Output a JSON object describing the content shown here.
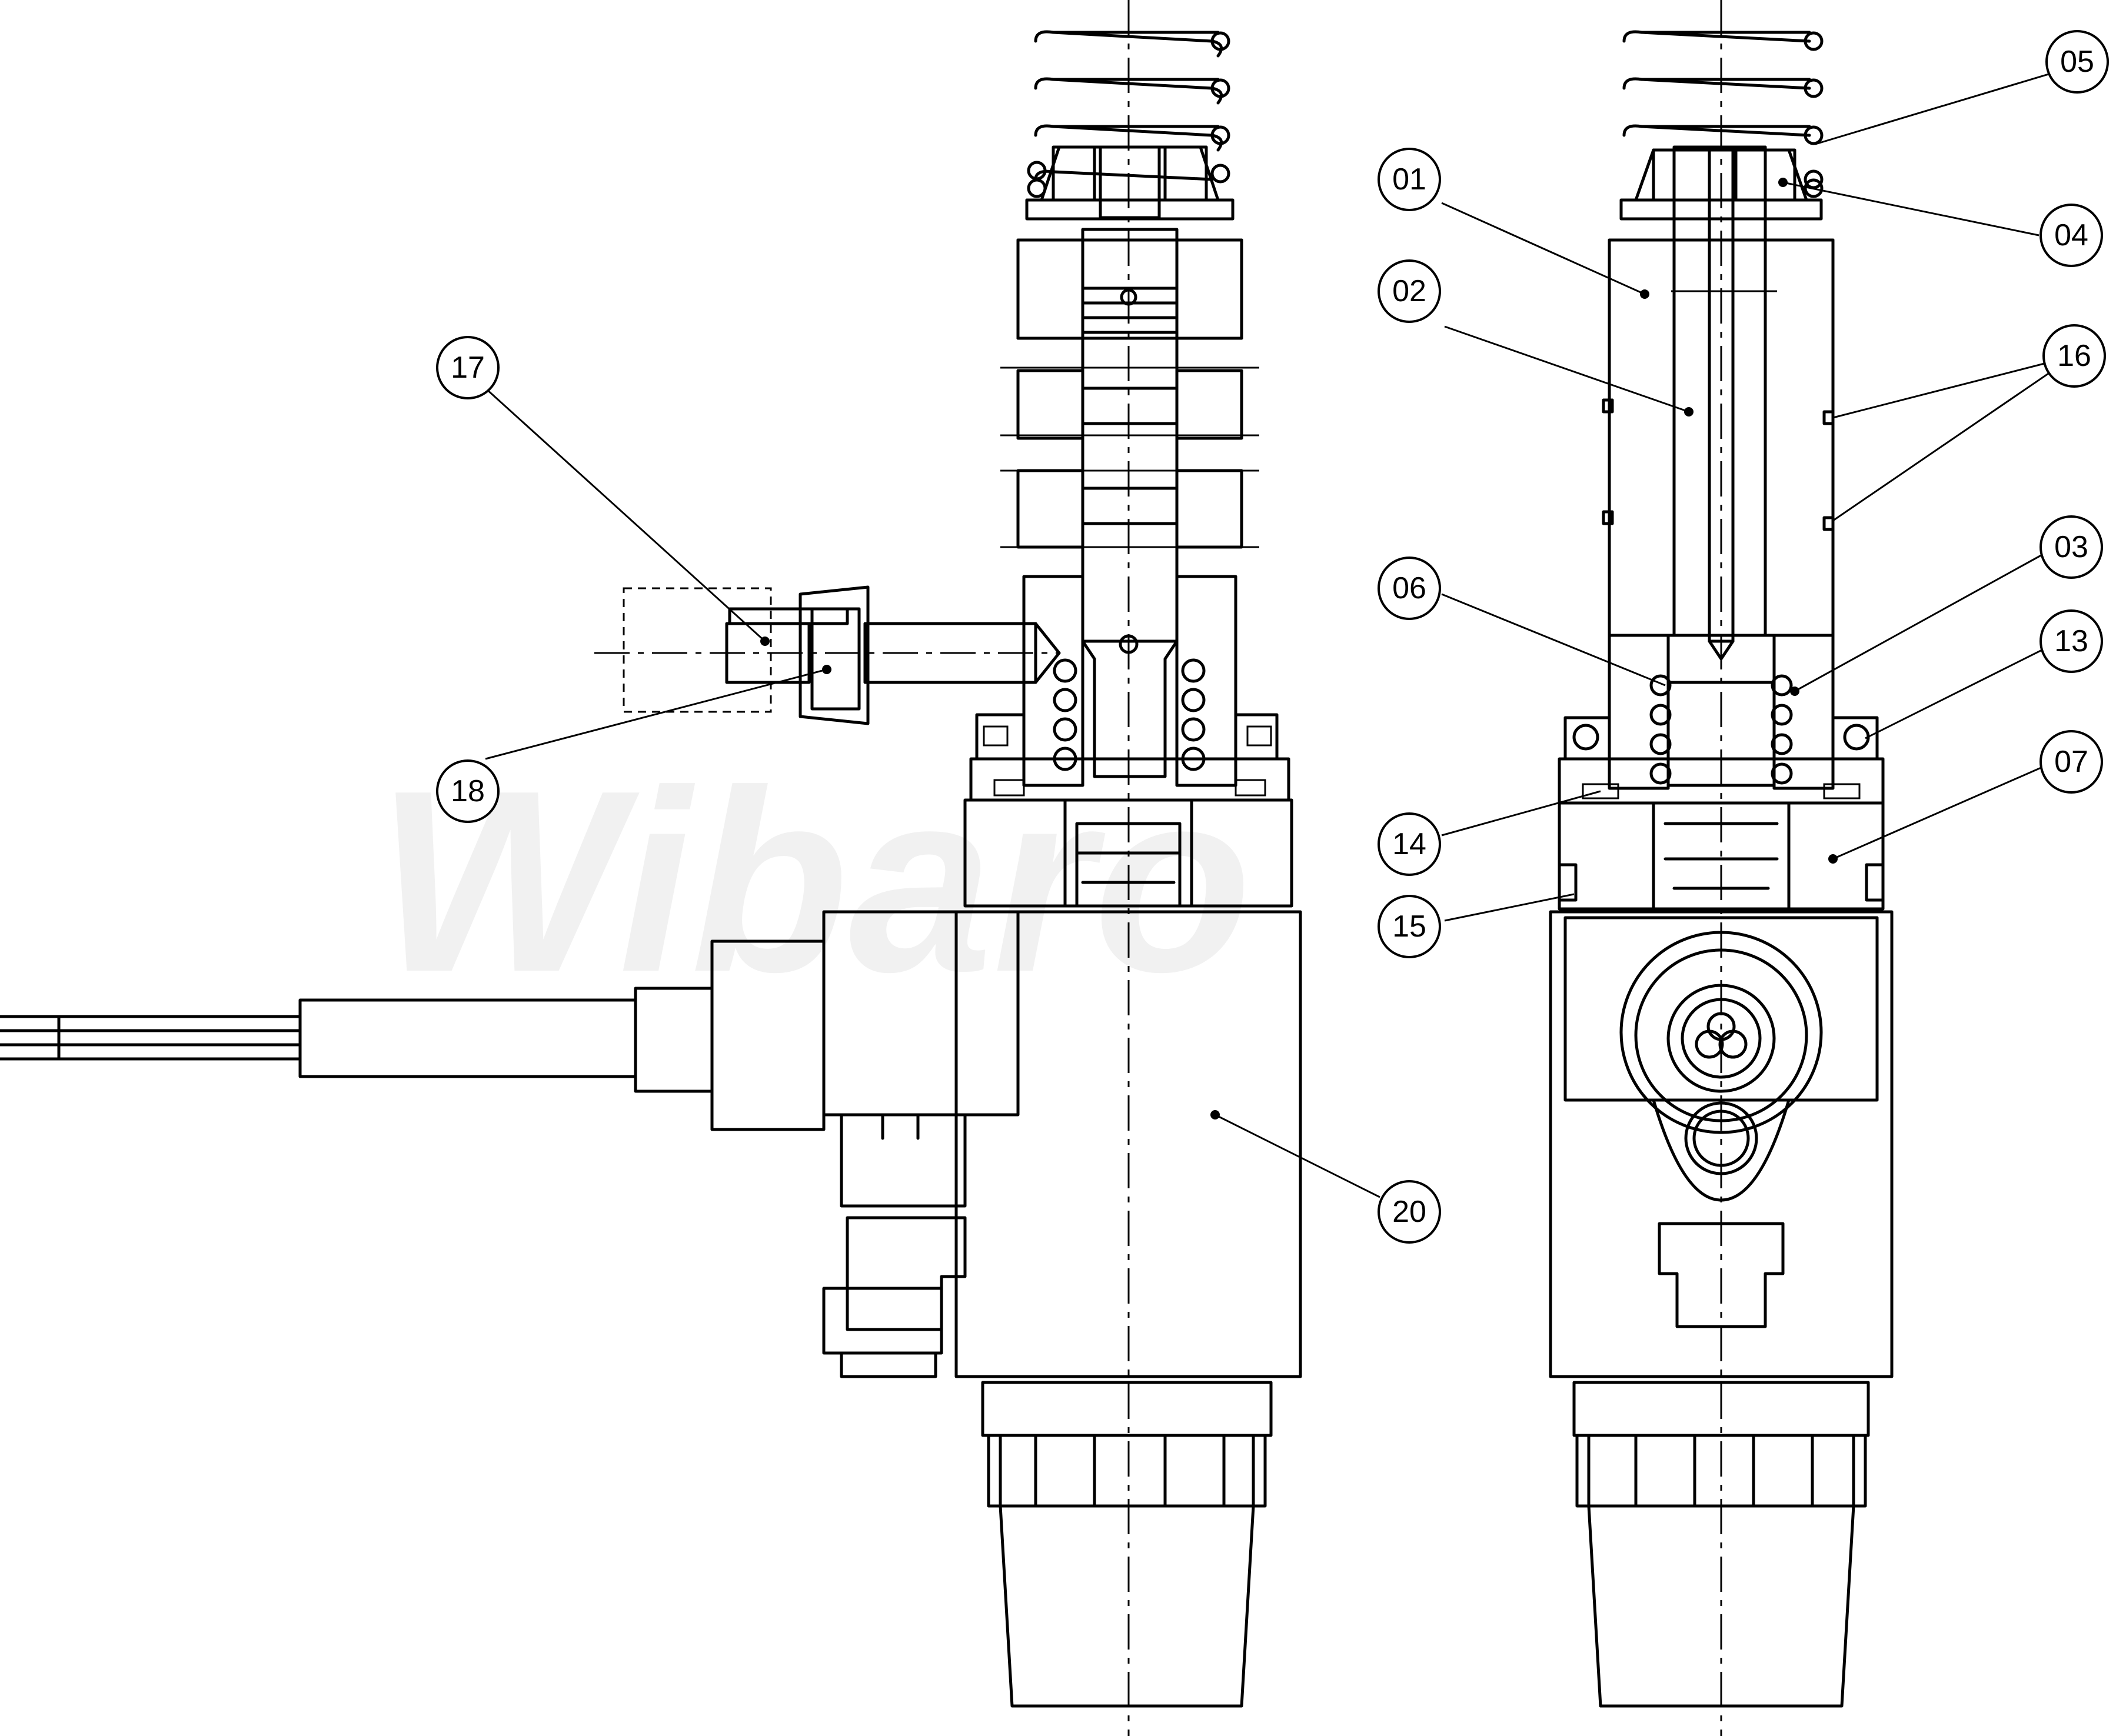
{
  "watermark": "Wibaro",
  "callouts": [
    {
      "label": "17",
      "name": "callout-17"
    },
    {
      "label": "18",
      "name": "callout-18"
    },
    {
      "label": "01",
      "name": "callout-01"
    },
    {
      "label": "02",
      "name": "callout-02"
    },
    {
      "label": "05",
      "name": "callout-05"
    },
    {
      "label": "04",
      "name": "callout-04"
    },
    {
      "label": "16",
      "name": "callout-16"
    },
    {
      "label": "03",
      "name": "callout-03"
    },
    {
      "label": "06",
      "name": "callout-06"
    },
    {
      "label": "13",
      "name": "callout-13"
    },
    {
      "label": "07",
      "name": "callout-07"
    },
    {
      "label": "14",
      "name": "callout-14"
    },
    {
      "label": "15",
      "name": "callout-15"
    },
    {
      "label": "20",
      "name": "callout-20"
    }
  ]
}
